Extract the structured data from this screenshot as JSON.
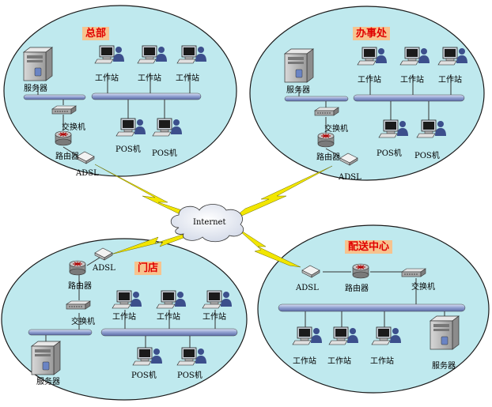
{
  "hq": {
    "title": "总部",
    "server": "服务器",
    "workstation1": "工作站",
    "workstation2": "工作站",
    "workstation3": "工作站",
    "switch": "交换机",
    "router": "路由器",
    "adsl": "ADSL",
    "pos1": "POS机",
    "pos2": "POS机"
  },
  "office": {
    "title": "办事处",
    "server": "服务器",
    "workstation1": "工作站",
    "workstation2": "工作站",
    "workstation3": "工作站",
    "switch": "交换机",
    "router": "路由器",
    "adsl": "ADSL",
    "pos1": "POS机",
    "pos2": "POS机"
  },
  "store": {
    "title": "门店",
    "server": "服务器",
    "workstation1": "工作站",
    "workstation2": "工作站",
    "workstation3": "工作站",
    "switch": "交换机",
    "router": "路由器",
    "adsl": "ADSL",
    "pos1": "POS机",
    "pos2": "POS机"
  },
  "dc": {
    "title": "配送中心",
    "server": "服务器",
    "workstation1": "工作站",
    "workstation2": "工作站",
    "workstation3": "工作站",
    "switch": "交换机",
    "router": "路由器",
    "adsl": "ADSL"
  },
  "internet": "Internet",
  "colors": {
    "zone_fill": "#bfe9ee",
    "zone_stroke": "#1a1a1a",
    "bus": "#9aa8d6",
    "lightning": "#f2e600",
    "title_bg": "#f7c38e",
    "title_text": "#e00000"
  }
}
